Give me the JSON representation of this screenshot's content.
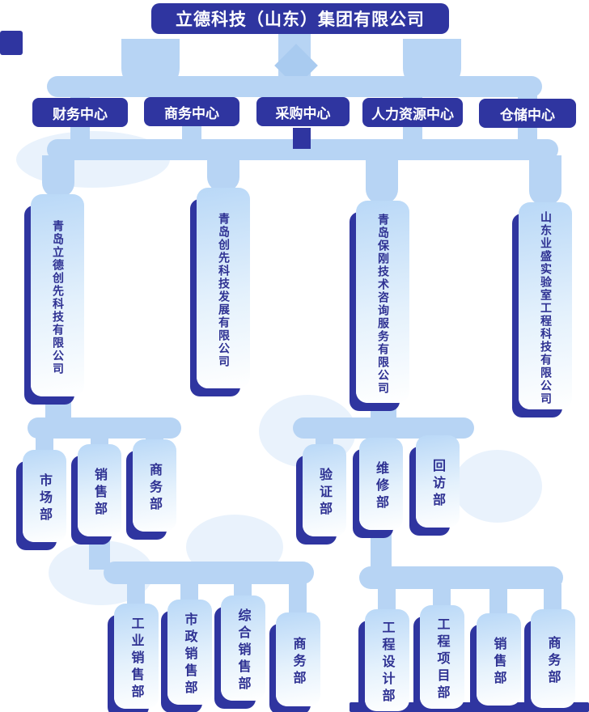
{
  "root": {
    "label": "立德科技（山东）集团有限公司"
  },
  "centers": [
    {
      "label": "财务中心"
    },
    {
      "label": "商务中心"
    },
    {
      "label": "采购中心"
    },
    {
      "label": "人力资源中心"
    },
    {
      "label": "仓储中心"
    }
  ],
  "subsidiaries": [
    {
      "label": "青岛立德创先科技有限公司"
    },
    {
      "label": "青岛创先科技发展有限公司"
    },
    {
      "label": "青岛保刚技术咨询服务有限公司"
    },
    {
      "label": "山东业盛实验室工程科技有限公司"
    }
  ],
  "departments_row1": [
    {
      "label": "市场部"
    },
    {
      "label": "销售部"
    },
    {
      "label": "商务部"
    },
    {
      "label": "验证部"
    },
    {
      "label": "维修部"
    },
    {
      "label": "回访部"
    }
  ],
  "departments_row2": [
    {
      "label": "工业销售部"
    },
    {
      "label": "市政销售部"
    },
    {
      "label": "综合销售部"
    },
    {
      "label": "商务部"
    },
    {
      "label": "工程设计部"
    },
    {
      "label": "工程项目部"
    },
    {
      "label": "销售部"
    },
    {
      "label": "商务部"
    }
  ],
  "colors": {
    "primary": "#2f35a0",
    "connector": "#b7d4f4",
    "node_gradient_top": "#b9d8f7",
    "node_gradient_bottom": "#ffffff",
    "node_text": "#2e3192"
  }
}
